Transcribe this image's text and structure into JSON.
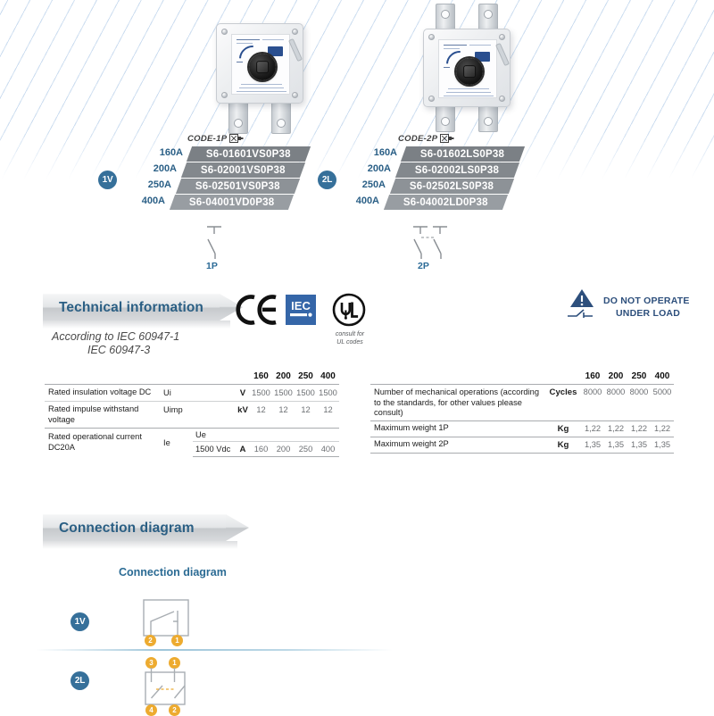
{
  "background": {
    "stripe_color": "#c4d8ee",
    "accent_blue": "#2b5f84",
    "marker_blue": "#36709a",
    "terminal_orange": "#edab30",
    "warning_navy": "#2d4f7c"
  },
  "products": [
    {
      "name": "switch-disconnector-1p",
      "poles": "1P"
    },
    {
      "name": "switch-disconnector-2p",
      "poles": "2P"
    }
  ],
  "code_groups": [
    {
      "marker": "1V",
      "header": "CODE-1P",
      "header_icon": "plug-connector-icon",
      "pole_symbol_label": "1P",
      "rows": [
        {
          "amp": "160A",
          "code": "S6-01601VS0P38"
        },
        {
          "amp": "200A",
          "code": "S6-02001VS0P38"
        },
        {
          "amp": "250A",
          "code": "S6-02501VS0P38"
        },
        {
          "amp": "400A",
          "code": "S6-04001VD0P38"
        }
      ]
    },
    {
      "marker": "2L",
      "header": "CODE-2P",
      "header_icon": "plug-connector-icon",
      "pole_symbol_label": "2P",
      "rows": [
        {
          "amp": "160A",
          "code": "S6-01602LS0P38"
        },
        {
          "amp": "200A",
          "code": "S6-02002LS0P38"
        },
        {
          "amp": "250A",
          "code": "S6-02502LS0P38"
        },
        {
          "amp": "400A",
          "code": "S6-04002LD0P38"
        }
      ]
    }
  ],
  "technical_section": {
    "banner_title": "Technical information",
    "standards_line1": "According to IEC 60947-1",
    "standards_line2": "IEC 60947-3",
    "certifications": [
      {
        "name": "ce-mark-icon",
        "label": "CE"
      },
      {
        "name": "iec-mark-icon",
        "label": "IEC"
      },
      {
        "name": "ul-mark-icon",
        "label": "UL"
      }
    ],
    "ul_caption_line1": "consult for",
    "ul_caption_line2": "UL codes",
    "warning": {
      "icon": "warning-triangle-icon",
      "line1": "DO NOT OPERATE",
      "line2": "UNDER LOAD"
    }
  },
  "table_left": {
    "columns": [
      "160",
      "200",
      "250",
      "400"
    ],
    "rows": [
      {
        "description": "Rated insulation voltage DC",
        "symbol": "Ui",
        "sub": "",
        "unit": "V",
        "values": [
          "1500",
          "1500",
          "1500",
          "1500"
        ]
      },
      {
        "description": "Rated impulse withstand voltage",
        "symbol": "Uimp",
        "sub": "",
        "unit": "kV",
        "values": [
          "12",
          "12",
          "12",
          "12"
        ]
      },
      {
        "description": "Rated operational current DC20A",
        "symbol": "Ie",
        "sub": "Ue",
        "sub2": "1500 Vdc",
        "unit": "A",
        "values": [
          "160",
          "200",
          "250",
          "400"
        ]
      }
    ]
  },
  "table_right": {
    "columns": [
      "160",
      "200",
      "250",
      "400"
    ],
    "rows": [
      {
        "description": "Number of mechanical operations (according to the standards, for other values please consult)",
        "unit": "Cycles",
        "values": [
          "8000",
          "8000",
          "8000",
          "5000"
        ]
      },
      {
        "description": "Maximum weight 1P",
        "unit": "Kg",
        "values": [
          "1,22",
          "1,22",
          "1,22",
          "1,22"
        ]
      },
      {
        "description": "Maximum weight 2P",
        "unit": "Kg",
        "values": [
          "1,35",
          "1,35",
          "1,35",
          "1,35"
        ]
      }
    ]
  },
  "connection_section": {
    "banner_title": "Connection diagram",
    "sub_title": "Connection diagram",
    "diagrams": [
      {
        "marker": "1V",
        "top_terminals": [],
        "bottom_terminals": [
          "2",
          "1"
        ]
      },
      {
        "marker": "2L",
        "top_terminals": [
          "3",
          "1"
        ],
        "bottom_terminals": [
          "4",
          "2"
        ]
      }
    ]
  }
}
